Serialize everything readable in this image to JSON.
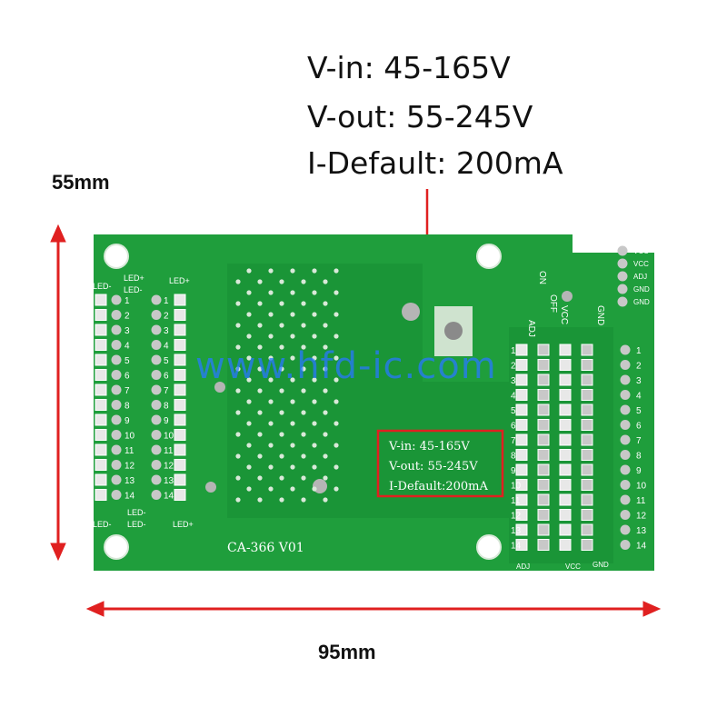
{
  "specs": {
    "v_in": "V-in: 45-165V",
    "v_out": "V-out: 55-245V",
    "i_default": "I-Default: 200mA"
  },
  "board_specs": {
    "v_in": "V-in: 45-165V",
    "v_out": "V-out: 55-245V",
    "i_default": "I-Default:200mA"
  },
  "dimensions": {
    "height": "55mm",
    "width": "95mm"
  },
  "board": {
    "model": "CA-366 V01",
    "left_labels": {
      "led_plus_top": "LED+",
      "led_minus_top": "LED-",
      "led_minus_side": "LED-",
      "led_plus_right": "LED+",
      "led_minus_bottom1": "LED-",
      "led_minus_bottom2": "LED-",
      "led_plus_bottom": "LED+"
    },
    "right_labels": {
      "adj": "ADJ",
      "on": "ON",
      "off": "OFF",
      "vcc": "VCC",
      "gnd": "GND",
      "adj_bottom": "ADJ",
      "vcc_bottom": "VCC",
      "gnd_bottom": "GND"
    },
    "header_labels": [
      "VCC",
      "VCC",
      "ADJ",
      "GND",
      "GND"
    ],
    "pin_numbers": [
      "1",
      "2",
      "3",
      "4",
      "5",
      "6",
      "7",
      "8",
      "9",
      "10",
      "11",
      "12",
      "13",
      "14"
    ]
  },
  "watermark": "www.hfd-ic.com",
  "colors": {
    "pcb": "#1f9e3c",
    "pcb_dark": "#168a32",
    "silk": "#ffffff",
    "arrow": "#e02020",
    "callout": "#e02020"
  }
}
